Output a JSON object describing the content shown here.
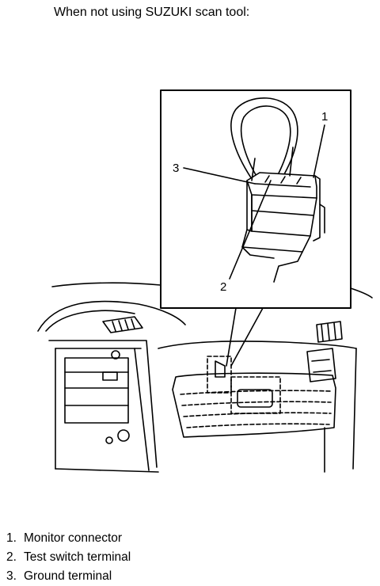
{
  "heading": "When not using SUZUKI scan tool:",
  "callouts": [
    "1",
    "2",
    "3"
  ],
  "legend": [
    {
      "num": "1.",
      "label": "Monitor connector"
    },
    {
      "num": "2.",
      "label": "Test switch terminal"
    },
    {
      "num": "3.",
      "label": "Ground terminal"
    }
  ]
}
